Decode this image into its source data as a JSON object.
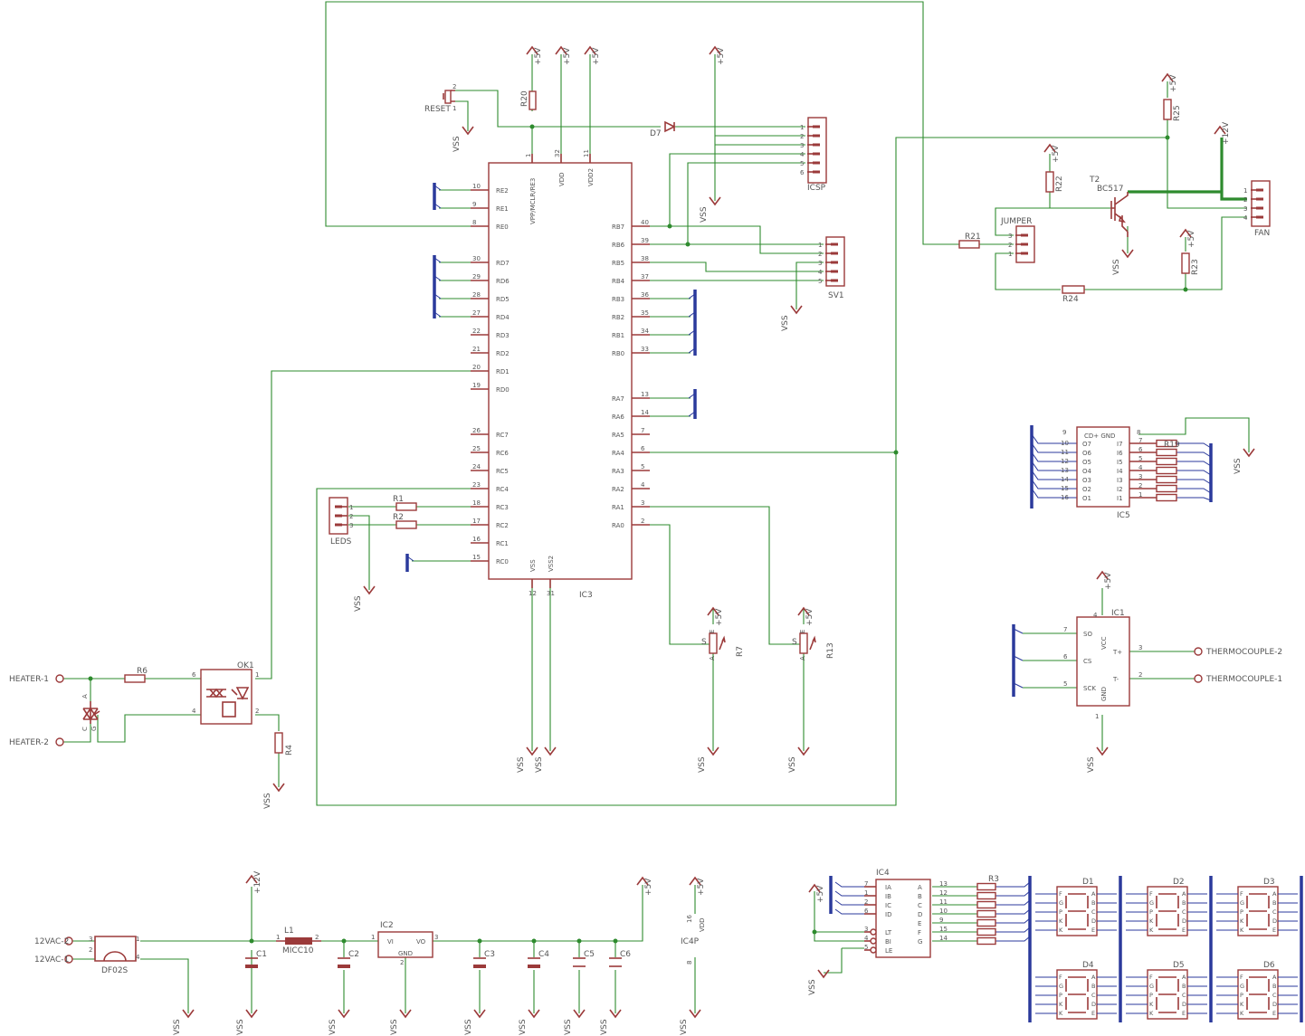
{
  "components": {
    "ic3": {
      "name": "IC3",
      "top_pins": [
        {
          "num": "1",
          "label": "VPP/MCLR/RE3"
        },
        {
          "num": "32",
          "label": "VDD"
        },
        {
          "num": "11",
          "label": "VDD2"
        }
      ],
      "bottom_pins": [
        {
          "num": "12",
          "label": "VSS"
        },
        {
          "num": "31",
          "label": "VSS2"
        }
      ],
      "left_pins": [
        {
          "num": "10",
          "label": "RE2"
        },
        {
          "num": "9",
          "label": "RE1"
        },
        {
          "num": "8",
          "label": "RE0"
        },
        {
          "num": "30",
          "label": "RD7"
        },
        {
          "num": "29",
          "label": "RD6"
        },
        {
          "num": "28",
          "label": "RD5"
        },
        {
          "num": "27",
          "label": "RD4"
        },
        {
          "num": "22",
          "label": "RD3"
        },
        {
          "num": "21",
          "label": "RD2"
        },
        {
          "num": "20",
          "label": "RD1"
        },
        {
          "num": "19",
          "label": "RD0"
        },
        {
          "num": "26",
          "label": "RC7"
        },
        {
          "num": "25",
          "label": "RC6"
        },
        {
          "num": "24",
          "label": "RC5"
        },
        {
          "num": "23",
          "label": "RC4"
        },
        {
          "num": "18",
          "label": "RC3"
        },
        {
          "num": "17",
          "label": "RC2"
        },
        {
          "num": "16",
          "label": "RC1"
        },
        {
          "num": "15",
          "label": "RC0"
        }
      ],
      "right_pins": [
        {
          "num": "40",
          "label": "RB7"
        },
        {
          "num": "39",
          "label": "RB6"
        },
        {
          "num": "38",
          "label": "RB5"
        },
        {
          "num": "37",
          "label": "RB4"
        },
        {
          "num": "36",
          "label": "RB3"
        },
        {
          "num": "35",
          "label": "RB2"
        },
        {
          "num": "34",
          "label": "RB1"
        },
        {
          "num": "33",
          "label": "RB0"
        },
        {
          "num": "13",
          "label": "RA7"
        },
        {
          "num": "14",
          "label": "RA6"
        },
        {
          "num": "7",
          "label": "RA5"
        },
        {
          "num": "6",
          "label": "RA4"
        },
        {
          "num": "5",
          "label": "RA3"
        },
        {
          "num": "4",
          "label": "RA2"
        },
        {
          "num": "3",
          "label": "RA1"
        },
        {
          "num": "2",
          "label": "RA0"
        }
      ]
    },
    "icsp": {
      "name": "ICSP",
      "pins": [
        "1",
        "2",
        "3",
        "4",
        "5",
        "6"
      ]
    },
    "sv1": {
      "name": "SV1",
      "pins": [
        "1",
        "2",
        "3",
        "4",
        "5"
      ]
    },
    "leds": {
      "name": "LEDS",
      "pins": [
        "1",
        "2",
        "3"
      ]
    },
    "jumper": {
      "name": "JUMPER",
      "pins": [
        "3",
        "2",
        "1"
      ]
    },
    "fan": {
      "name": "FAN",
      "pins": [
        "1",
        "2",
        "3",
        "4"
      ]
    },
    "reset": {
      "name": "RESET",
      "pins": [
        "1",
        "2"
      ]
    },
    "ic5": {
      "name": "IC5",
      "top": "CD+  GND",
      "left": [
        {
          "num": "10",
          "label": "O7"
        },
        {
          "num": "11",
          "label": "O6"
        },
        {
          "num": "12",
          "label": "O5"
        },
        {
          "num": "13",
          "label": "O4"
        },
        {
          "num": "14",
          "label": "O3"
        },
        {
          "num": "15",
          "label": "O2"
        },
        {
          "num": "16",
          "label": "O1"
        }
      ],
      "right": [
        {
          "num": "7",
          "label": "I7"
        },
        {
          "num": "6",
          "label": "I6"
        },
        {
          "num": "5",
          "label": "I5"
        },
        {
          "num": "4",
          "label": "I4"
        },
        {
          "num": "3",
          "label": "I3"
        },
        {
          "num": "2",
          "label": "I2"
        },
        {
          "num": "1",
          "label": "I1"
        }
      ],
      "pin_cd": "9",
      "pin_gnd": "8"
    },
    "r19": {
      "name": "R19"
    },
    "ic1": {
      "name": "IC1",
      "left": [
        {
          "num": "7",
          "label": "SO"
        },
        {
          "num": "6",
          "label": "CS"
        },
        {
          "num": "5",
          "label": "SCK"
        }
      ],
      "right": [
        {
          "num": "3",
          "label": "T+"
        },
        {
          "num": "2",
          "label": "T-"
        }
      ],
      "vcc": "VCC",
      "gnd": "GND",
      "pin_vcc": "4",
      "pin_gnd": "1"
    },
    "ok1": {
      "name": "OK1",
      "pins": [
        "6",
        "4",
        "1",
        "2"
      ]
    },
    "ic4": {
      "name": "IC4",
      "left": [
        {
          "num": "7",
          "label": "IA"
        },
        {
          "num": "1",
          "label": "IB"
        },
        {
          "num": "2",
          "label": "IC"
        },
        {
          "num": "6",
          "label": "ID"
        },
        {
          "num": "3",
          "label": "LT"
        },
        {
          "num": "4",
          "label": "BI"
        },
        {
          "num": "5",
          "label": "LE"
        }
      ],
      "right": [
        {
          "num": "13",
          "label": "A"
        },
        {
          "num": "12",
          "label": "B"
        },
        {
          "num": "11",
          "label": "C"
        },
        {
          "num": "10",
          "label": "D"
        },
        {
          "num": "9",
          "label": "E"
        },
        {
          "num": "15",
          "label": "F"
        },
        {
          "num": "14",
          "label": "G"
        }
      ]
    },
    "ic4p": {
      "name": "IC4P",
      "vdd": "VDD",
      "vss": "VSS",
      "pin_vdd": "16",
      "pin_vss": "8"
    },
    "r3": {
      "name": "R3"
    },
    "ic2": {
      "name": "IC2",
      "vi": "VI",
      "vo": "VO",
      "gnd": "GND",
      "pin1": "1",
      "pin2": "2",
      "pin3": "3"
    },
    "l1": {
      "name": "L1",
      "value": "MICC10",
      "pin1": "1",
      "pin2": "2"
    },
    "df02s": {
      "name": "DF02S",
      "pins": [
        "3",
        "2",
        "1",
        "4"
      ]
    },
    "t2": {
      "name": "T2",
      "value": "BC517"
    },
    "d7": {
      "name": "D7"
    },
    "triac": {
      "a": "A",
      "c": "C",
      "g": "G"
    },
    "pot_labels": {
      "s": "S",
      "e": "E",
      "a": "A"
    },
    "resistors": [
      "R20",
      "R1",
      "R2",
      "R6",
      "R4",
      "R7",
      "R13",
      "R21",
      "R22",
      "R23",
      "R24",
      "R25"
    ],
    "capacitors": [
      "C1",
      "C2",
      "C3",
      "C4",
      "C5",
      "C6"
    ],
    "displays": [
      "D1",
      "D2",
      "D3",
      "D4",
      "D5",
      "D6"
    ],
    "display_pins": [
      "A",
      "B",
      "C",
      "D",
      "E",
      "F",
      "G",
      "P",
      "K",
      "K"
    ]
  },
  "connectors": {
    "heater1": "HEATER-1",
    "heater2": "HEATER-2",
    "tc2": "THERMOCOUPLE-2",
    "tc1": "THERMOCOUPLE-1",
    "ac2": "12VAC-2",
    "ac1": "12VAC-1"
  },
  "power": {
    "p5": "+5V",
    "p12": "+12V",
    "vss": "VSS"
  },
  "colors": {
    "wire": "#2e8b2e",
    "component": "#9b3a3a",
    "bus": "#2b3a9c",
    "text": "#555555"
  }
}
